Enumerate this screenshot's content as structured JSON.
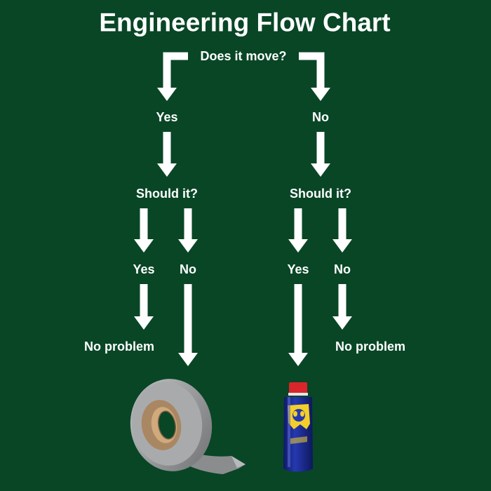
{
  "title": "Engineering Flow Chart",
  "question_moves": "Does it move?",
  "branch_yes": "Yes",
  "branch_no": "No",
  "left_question": "Should it?",
  "right_question": "Should it?",
  "left_yes": "Yes",
  "left_no": "No",
  "right_yes": "Yes",
  "right_no": "No",
  "left_outcome": "No problem",
  "right_outcome": "No problem",
  "colors": {
    "background": "#084626",
    "text": "#ffffff",
    "tape": "#9a9b9d",
    "tape_core": "#a98762",
    "can_body": "#1f2f9a",
    "can_cap": "#d9262a",
    "can_label": "#f3cf2a"
  },
  "images": [
    "duct-tape-roll",
    "wd40-spray-can"
  ]
}
